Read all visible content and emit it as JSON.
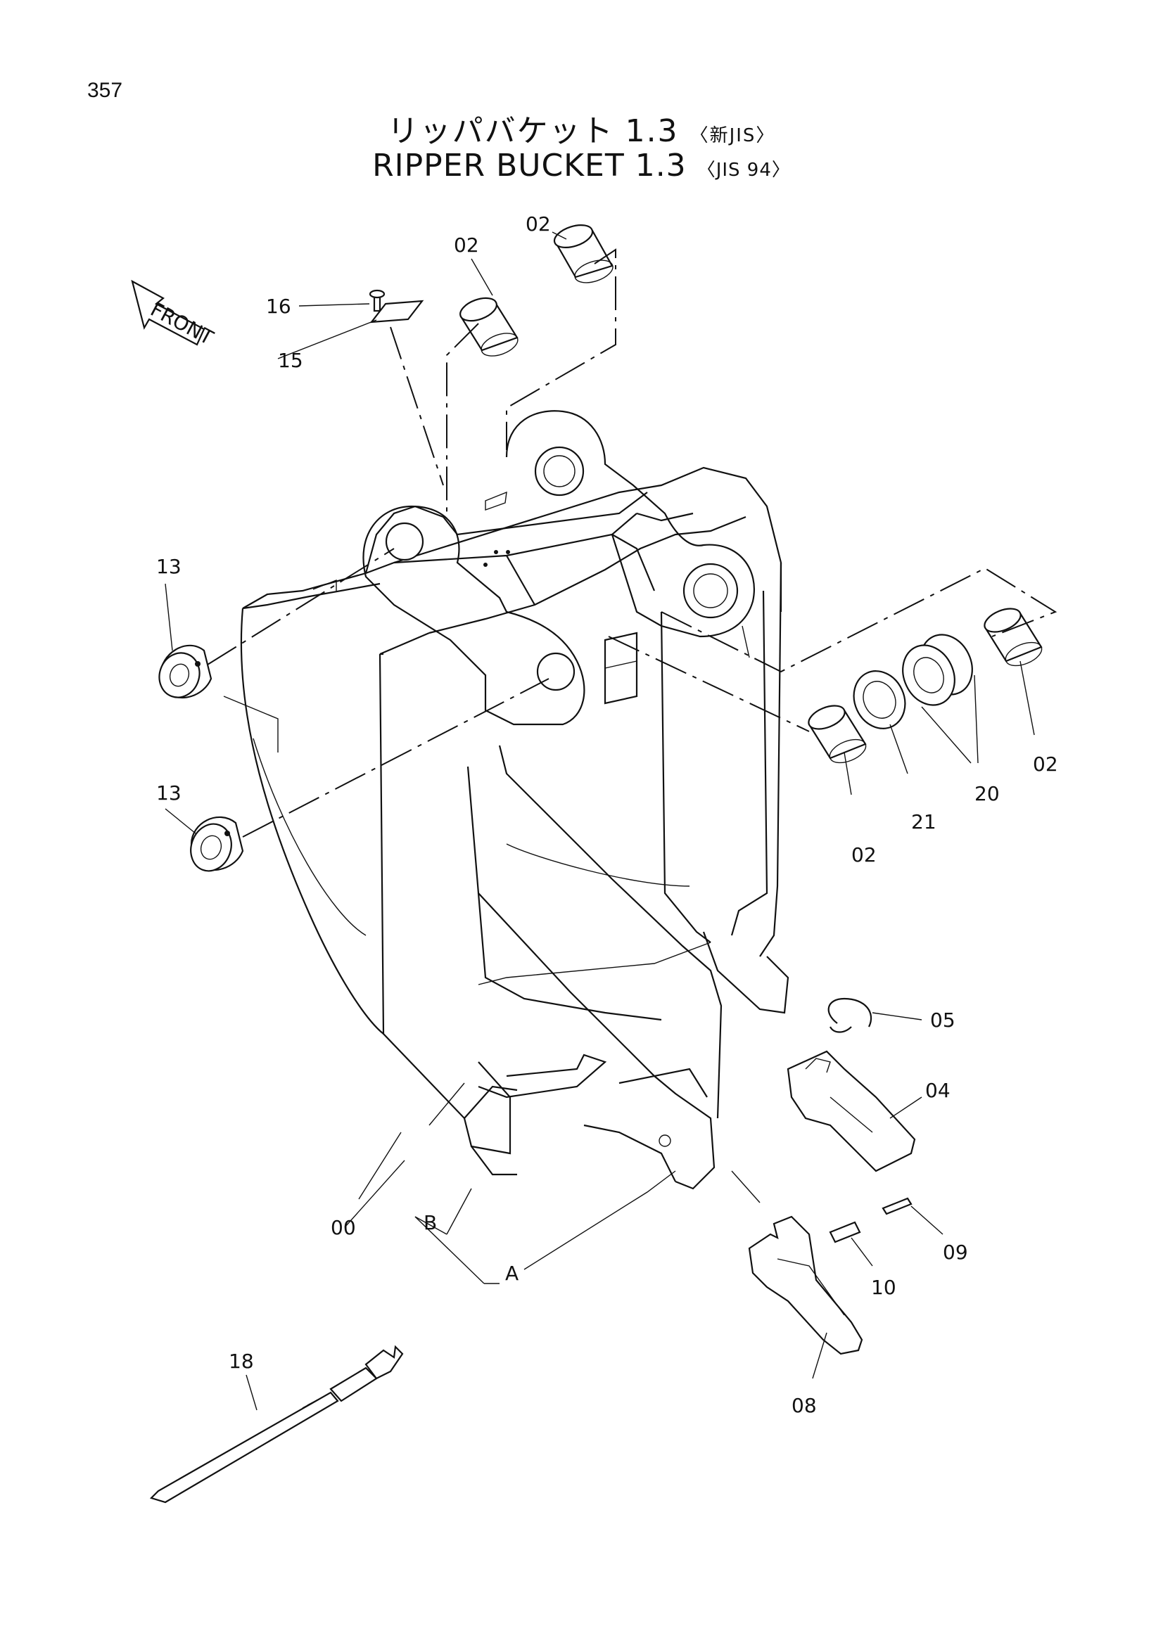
{
  "page_number": "357",
  "title_jp": "リッパバケット 1.3",
  "title_jp_std": "〈新JIS〉",
  "title_en": "RIPPER  BUCKET  1.3",
  "title_en_std": "〈JIS 94〉",
  "front_label": "FRONT",
  "callouts": {
    "c02a": "02",
    "c02b": "02",
    "c02c": "02",
    "c02d": "02",
    "c16": "16",
    "c15": "15",
    "c13a": "13",
    "c13b": "13",
    "c21": "21",
    "c20": "20",
    "c05": "05",
    "c04": "04",
    "c09": "09",
    "c10": "10",
    "c08": "08",
    "c00": "00",
    "cB": "B",
    "cA": "A",
    "c18": "18"
  }
}
